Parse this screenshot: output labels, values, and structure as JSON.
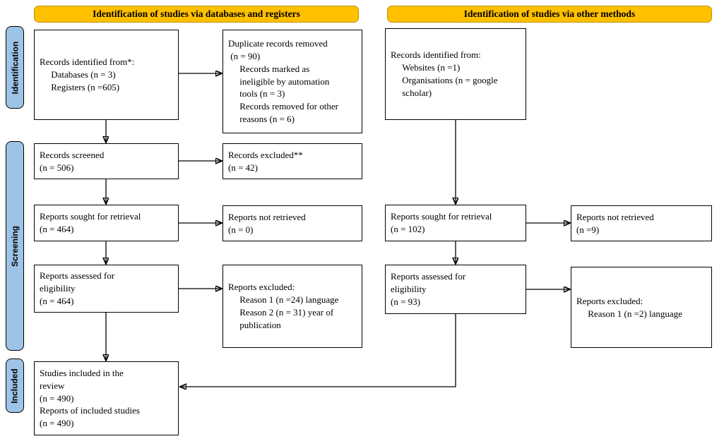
{
  "headers": {
    "databases": "Identification of studies via databases and registers",
    "other": "Identification of studies via other methods"
  },
  "sidebar": {
    "identification": "Identification",
    "screening": "Screening",
    "included": "Included"
  },
  "colors": {
    "header_fill": "#FFC000",
    "stage_fill": "#9DC3E6",
    "box_border": "#000000",
    "arrow": "#000000"
  },
  "boxes": {
    "records_identified_db": "Records identified from*:\n     Databases (n = 3)\n     Registers (n =605)",
    "duplicates_removed": "Duplicate records removed\n (n = 90)\n     Records marked as\n     ineligible by automation\n     tools (n = 3)\n     Records removed for other\n     reasons (n = 6)",
    "records_identified_other": "Records identified from:\n     Websites (n =1)\n     Organisations (n = google\n     scholar)",
    "records_screened": "Records screened\n(n = 506)",
    "records_excluded": "Records excluded**\n(n = 42)",
    "reports_sought_db": "Reports sought for retrieval\n(n = 464)",
    "reports_not_retrieved_db": "Reports not retrieved\n(n = 0)",
    "reports_assessed_db": "Reports assessed for\neligibility\n(n = 464)",
    "reports_excluded_db": "Reports excluded:\n     Reason 1 (n =24) language\n     Reason 2 (n = 31) year of\n     publication",
    "reports_sought_other": "Reports sought for retrieval\n(n = 102)",
    "reports_not_retrieved_other": "Reports not retrieved\n(n =9)",
    "reports_assessed_other": "Reports assessed for\neligibility\n(n = 93)",
    "reports_excluded_other": "Reports excluded:\n     Reason 1 (n =2) language",
    "studies_included": "Studies included in the\nreview\n(n = 490)\nReports of included studies\n(n = 490)"
  }
}
